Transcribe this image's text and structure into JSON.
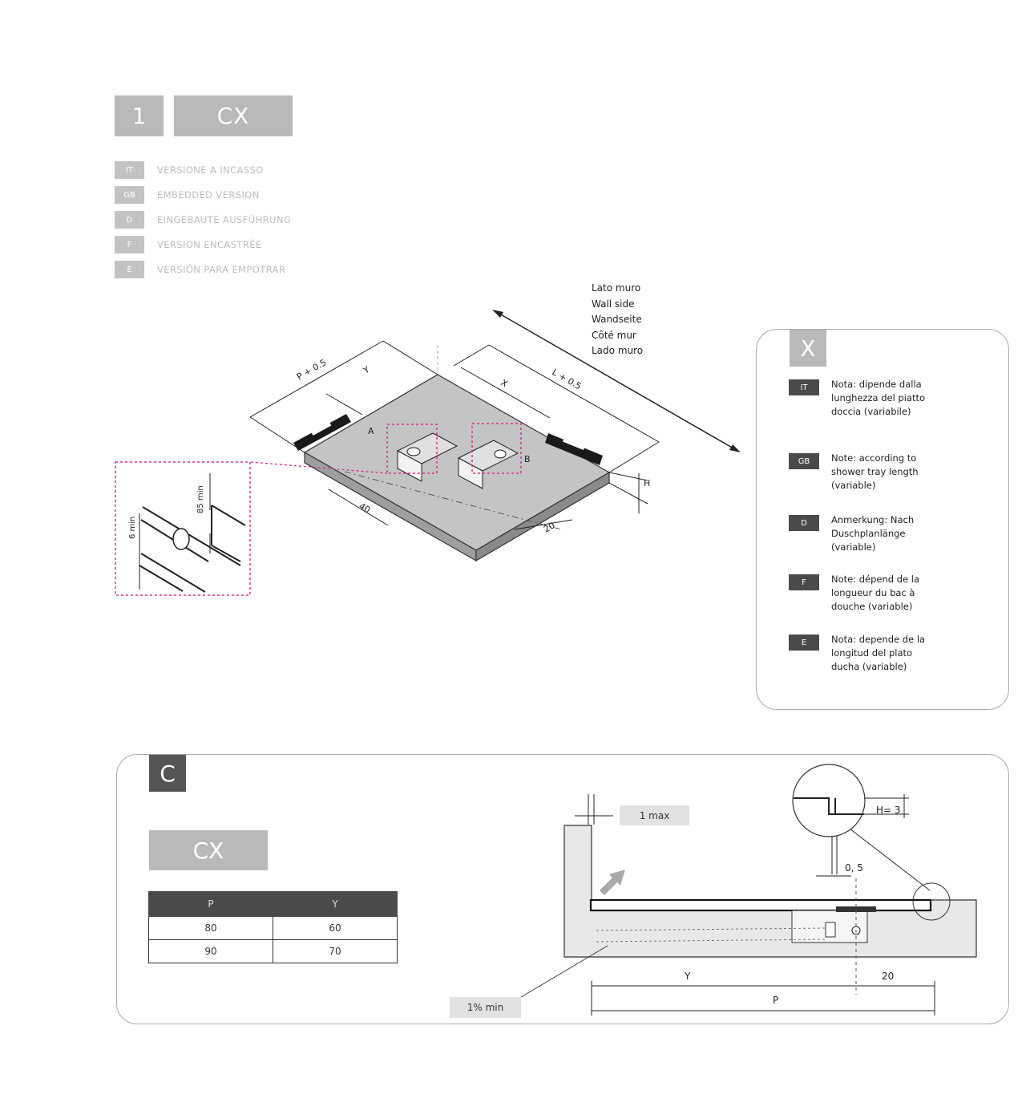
{
  "header": {
    "step": "1",
    "model": "CX"
  },
  "languages": [
    {
      "code": "IT",
      "label": "VERSIONE A INCASSO"
    },
    {
      "code": "GB",
      "label": "EMBEDDED VERSION"
    },
    {
      "code": "D",
      "label": "EINGEBAUTE AUSFÜHRUNG"
    },
    {
      "code": "F",
      "label": "VERSION ENCASTRÉE"
    },
    {
      "code": "E",
      "label": "VERSIÓN PARA EMPOTRAR"
    }
  ],
  "wall_side": [
    "Lato muro",
    "Wall side",
    "Wandseite",
    "Côté mur",
    "Lado muro"
  ],
  "iso_diagram": {
    "p_dim": "P + 0.5",
    "y_dim": "Y",
    "x_dim": "X",
    "l_dim": "L + 0.5",
    "a": "A",
    "b": "B",
    "h": "H",
    "d40": "40",
    "d20": "20",
    "detail_85": "85 min",
    "detail_6": "6 min"
  },
  "note_panel": {
    "badge": "X",
    "notes": [
      {
        "code": "IT",
        "text": "Nota: dipende dalla lunghezza del piatto doccia (variabile)"
      },
      {
        "code": "GB",
        "text": "Note: according to shower tray length (variable)"
      },
      {
        "code": "D",
        "text": "Anmerkung: Nach Duschplanlänge (variable)"
      },
      {
        "code": "F",
        "text": "Note: dépend de la longueur du bac à douche (variable)"
      },
      {
        "code": "E",
        "text": "Nota: depende de la longitud del plato ducha (variable)"
      }
    ]
  },
  "section_c": {
    "badge": "C",
    "model": "CX",
    "table": {
      "headers": [
        "P",
        "Y"
      ],
      "rows": [
        [
          "80",
          "60"
        ],
        [
          "90",
          "70"
        ]
      ]
    },
    "labels": {
      "max": "1 max",
      "h3": "H= 3",
      "gap": "0, 5",
      "slope": "1% min",
      "y": "Y",
      "d20": "20",
      "p": "P"
    }
  }
}
